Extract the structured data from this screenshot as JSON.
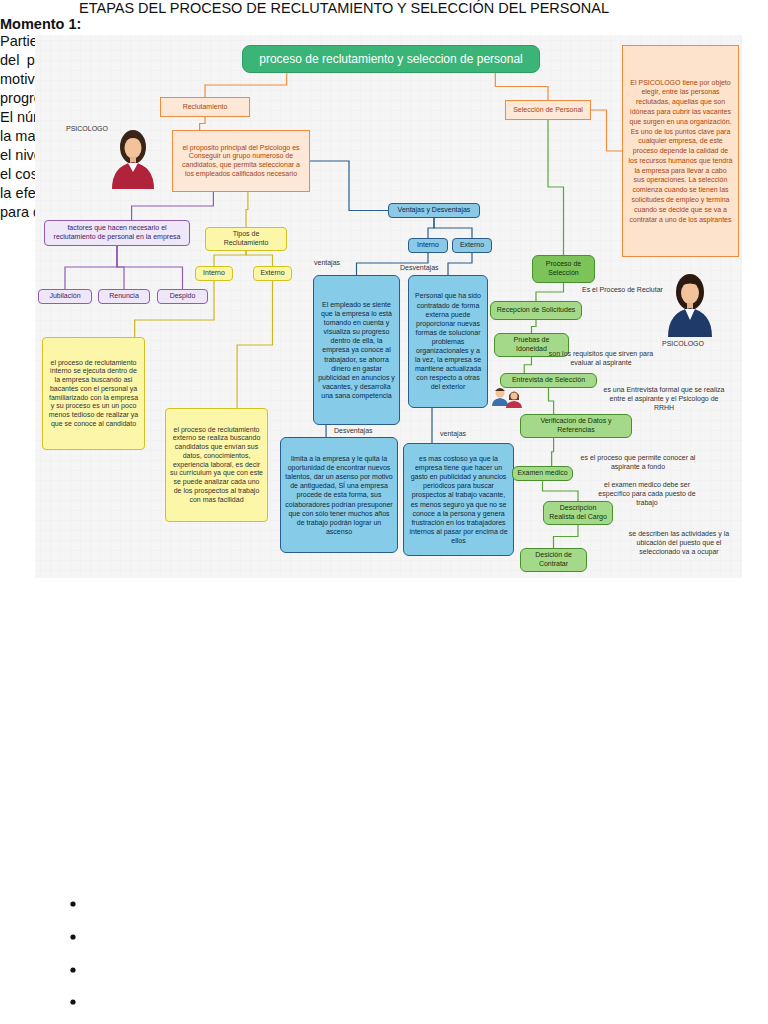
{
  "diagram": {
    "nodes": [
      {
        "text": [
          "proceso de reclutamiento y seleccion de personal"
        ]
      },
      {
        "text": [
          "Reclutamiento"
        ]
      },
      {
        "text": [
          "Selección de Personal"
        ]
      },
      {
        "text": [
          "El PSICOLOGO tiene por objeto elegir, entre las personas reclutadas, aquellas que son idóneas para cubrir las vacantes que surgen en una organización. Es uno de los puntos clave para cualquier empresa, de este proceso depende la calidad de los recursos humanos que tendrá la empresa para llevar a cabo sus operaciones. La selección comienza cuando se tienen las solicitudes de empleo y termina cuando se decide que se va a contratar a uno de los aspirantes"
        ]
      },
      {
        "text": [
          "el proposito principal del Psicologo es Conseguir un grupo numeroso de candidatos, que permita seleccionar a los empleados calificados necesario"
        ]
      },
      {
        "text": [
          "factores que hacen necesario el reclutamiento de personal en la empresa"
        ]
      },
      {
        "text": [
          "Tipos de Reclutamiento"
        ]
      },
      {
        "text": [
          "Ventajas y Desventajas"
        ]
      },
      {
        "text": [
          "Jubilación"
        ]
      },
      {
        "text": [
          "Renuncia"
        ]
      },
      {
        "text": [
          "Despido"
        ]
      },
      {
        "text": [
          "Interno"
        ]
      },
      {
        "text": [
          "Externo"
        ]
      },
      {
        "text": [
          "Interno"
        ]
      },
      {
        "text": [
          "Externo"
        ]
      },
      {
        "text": [
          "El empleado se siente que la empresa lo está tomando en cuenta y visualiza su progreso dentro de ella, la empresa ya conoce al trabajador, se ahorra dinero en gastar publicidad en anuncios y vacantes, y desarrolla una sana competencia"
        ]
      },
      {
        "text": [
          "Personal que ha sido contratado de forma externa puede proporcionar nuevas formas de solucionar problemas organizacionales y a la vez, la empresa se mantiene actualizada con respecto a otras del exterior"
        ]
      },
      {
        "text": [
          "limita a la empresa y le quita la oportunidad de encontrar nuevos talentos, dar un asenso por motivo de antiguedad, SÍ una empresa procede de esta forma, sus colaboradores podrían presuponer que con sólo tener muchos años de trabajo podrán lograr un ascenso"
        ]
      },
      {
        "text": [
          "es mas costoso ya que la empresa tiene que hacer un gasto en publicidad y anuncios periódicos para buscar prospectos al trabajo vacante, es menos seguro ya que no se conoce a la persona y genera frustración en los trabajadores internos al pasar por encima de ellos"
        ]
      },
      {
        "text": [
          "el proceso de reclutamiento interno se ejecuta dentro de la empresa buscando asi bacantes con el personal ya familiarizado con la empresa y su proceso es un un poco menos tedioso de realizar ya que se conoce al candidato"
        ]
      },
      {
        "text": [
          "el proceso de reclutamiento externo se realiza buscando candidatos que envían sus datos, conocimientos, experiencia laboral, es decir su curriculum ya que con este se puede analizar cada uno de los prospectos al trabajo con mas facilidad"
        ]
      },
      {
        "text": [
          "Proceso de Selección"
        ]
      },
      {
        "text": [
          "Recepcion de Solicitudes"
        ]
      },
      {
        "text": [
          "Pruebas de Idoneidad"
        ]
      },
      {
        "text": [
          "Entrevista de Selección"
        ]
      },
      {
        "text": [
          "Verificacion de Datos y Referencias"
        ]
      },
      {
        "text": [
          "Examen medico"
        ]
      },
      {
        "text": [
          "Descripcion Realista del Cargo"
        ]
      },
      {
        "text": [
          "Desición de Contratar"
        ]
      }
    ],
    "edges": [
      {
        "from": 0,
        "to": 1,
        "arrow": "none"
      },
      {
        "from": 0,
        "to": 2,
        "arrow": "none"
      },
      {
        "from": 2,
        "to": 3,
        "arrow": "none"
      },
      {
        "from": 1,
        "to": 4,
        "arrow": "none"
      },
      {
        "from": 4,
        "to": 7,
        "arrow": "none"
      },
      {
        "from": 4,
        "to": 5,
        "arrow": "none"
      },
      {
        "from": 4,
        "to": 6,
        "arrow": "none"
      },
      {
        "from": 5,
        "to": 8,
        "arrow": "none"
      },
      {
        "from": 5,
        "to": 9,
        "arrow": "none"
      },
      {
        "from": 5,
        "to": 10,
        "arrow": "none"
      },
      {
        "from": 6,
        "to": 11,
        "arrow": "none"
      },
      {
        "from": 6,
        "to": 12,
        "arrow": "none"
      },
      {
        "from": 11,
        "to": 19,
        "arrow": "none"
      },
      {
        "from": 12,
        "to": 20,
        "arrow": "none"
      },
      {
        "from": 7,
        "to": 13,
        "arrow": "none"
      },
      {
        "from": 7,
        "to": 14,
        "arrow": "none"
      },
      {
        "from": 13,
        "to": 15,
        "arrow": "none"
      },
      {
        "from": 14,
        "to": 16,
        "arrow": "none"
      },
      {
        "from": 15,
        "to": 17,
        "arrow": "none"
      },
      {
        "from": 16,
        "to": 18,
        "arrow": "none"
      },
      {
        "from": 2,
        "to": 21,
        "arrow": "none"
      },
      {
        "from": 21,
        "to": 22,
        "arrow": "none"
      },
      {
        "from": 22,
        "to": 23,
        "arrow": "none"
      },
      {
        "from": 23,
        "to": 24,
        "arrow": "none"
      },
      {
        "from": 24,
        "to": 25,
        "arrow": "none"
      },
      {
        "from": 25,
        "to": 26,
        "arrow": "none"
      },
      {
        "from": 26,
        "to": 27,
        "arrow": "none"
      },
      {
        "from": 27,
        "to": 28,
        "arrow": "none"
      }
    ],
    "labels": [
      "PSICOLOGO",
      "PSICOLOGO",
      "ventajas",
      "Desventajas",
      "Desventajas",
      "ventajas",
      "Es el Proceso de Reclutar",
      "son los requisitos que sirven para evaluar al aspirante",
      "es una Entrevista formal que se realiza entre el aspirante y el Psicologo de RRHH",
      "es el proceso que permite conocer al aspirante a fondo",
      "el examen medico debe ser específico para cada puesto de trabajo",
      "se describen las actividades y la ubicación del puesto que el seleccionado va a ocupar",
      "ETAPAS DEL PROCESO DE RECLUTAMIENTO Y SELECCIÓN DEL PERSONAL",
      "Momento 1:",
      "Partiendo del esquema, la primera fuente de reclutamiento la constituye la base de datos interna dentro del proceso y programa desarrollo de personal y el plan de carrera. Se convierte en un factor de motivacional para los empleados el poder planear su vida organizacional teniendo la posibilidad de progreso y escala en la pirámide organizacional.",
      "El número de pasos y la secuencia en el proceso de reclutamiento y selección cambia de acuerdo con:",
      "la magnitud de la organización,",
      "el nivel jerárquico y el tipo de cargo que se desee ocupar,",
      "el costo de cada etapa y",
      "la efectividad de la misma para eliminar a los candidatos que no reúnan los requisitos necesarios para desempeñar determinada labor."
    ]
  }
}
